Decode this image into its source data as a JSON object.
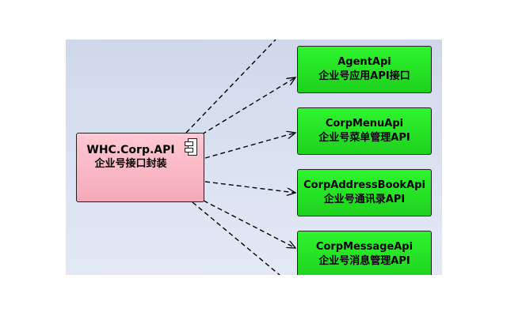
{
  "source": {
    "name": "WHC.Corp.API",
    "description": "企业号接口封装",
    "icon": "uml-component-icon"
  },
  "targets": [
    {
      "name": "AgentApi",
      "description": "企业号应用API接口"
    },
    {
      "name": "CorpMenuApi",
      "description": "企业号菜单管理API"
    },
    {
      "name": "CorpAddressBookApi",
      "description": "企业号通讯录API"
    },
    {
      "name": "CorpMessageApi",
      "description": "企业号消息管理API"
    }
  ],
  "colors": {
    "source_fill": "#f4a9b8",
    "target_fill": "#1fd11f",
    "background": "#d6deef",
    "edge": "#000000"
  },
  "edge_style": "dashed-open-arrow"
}
